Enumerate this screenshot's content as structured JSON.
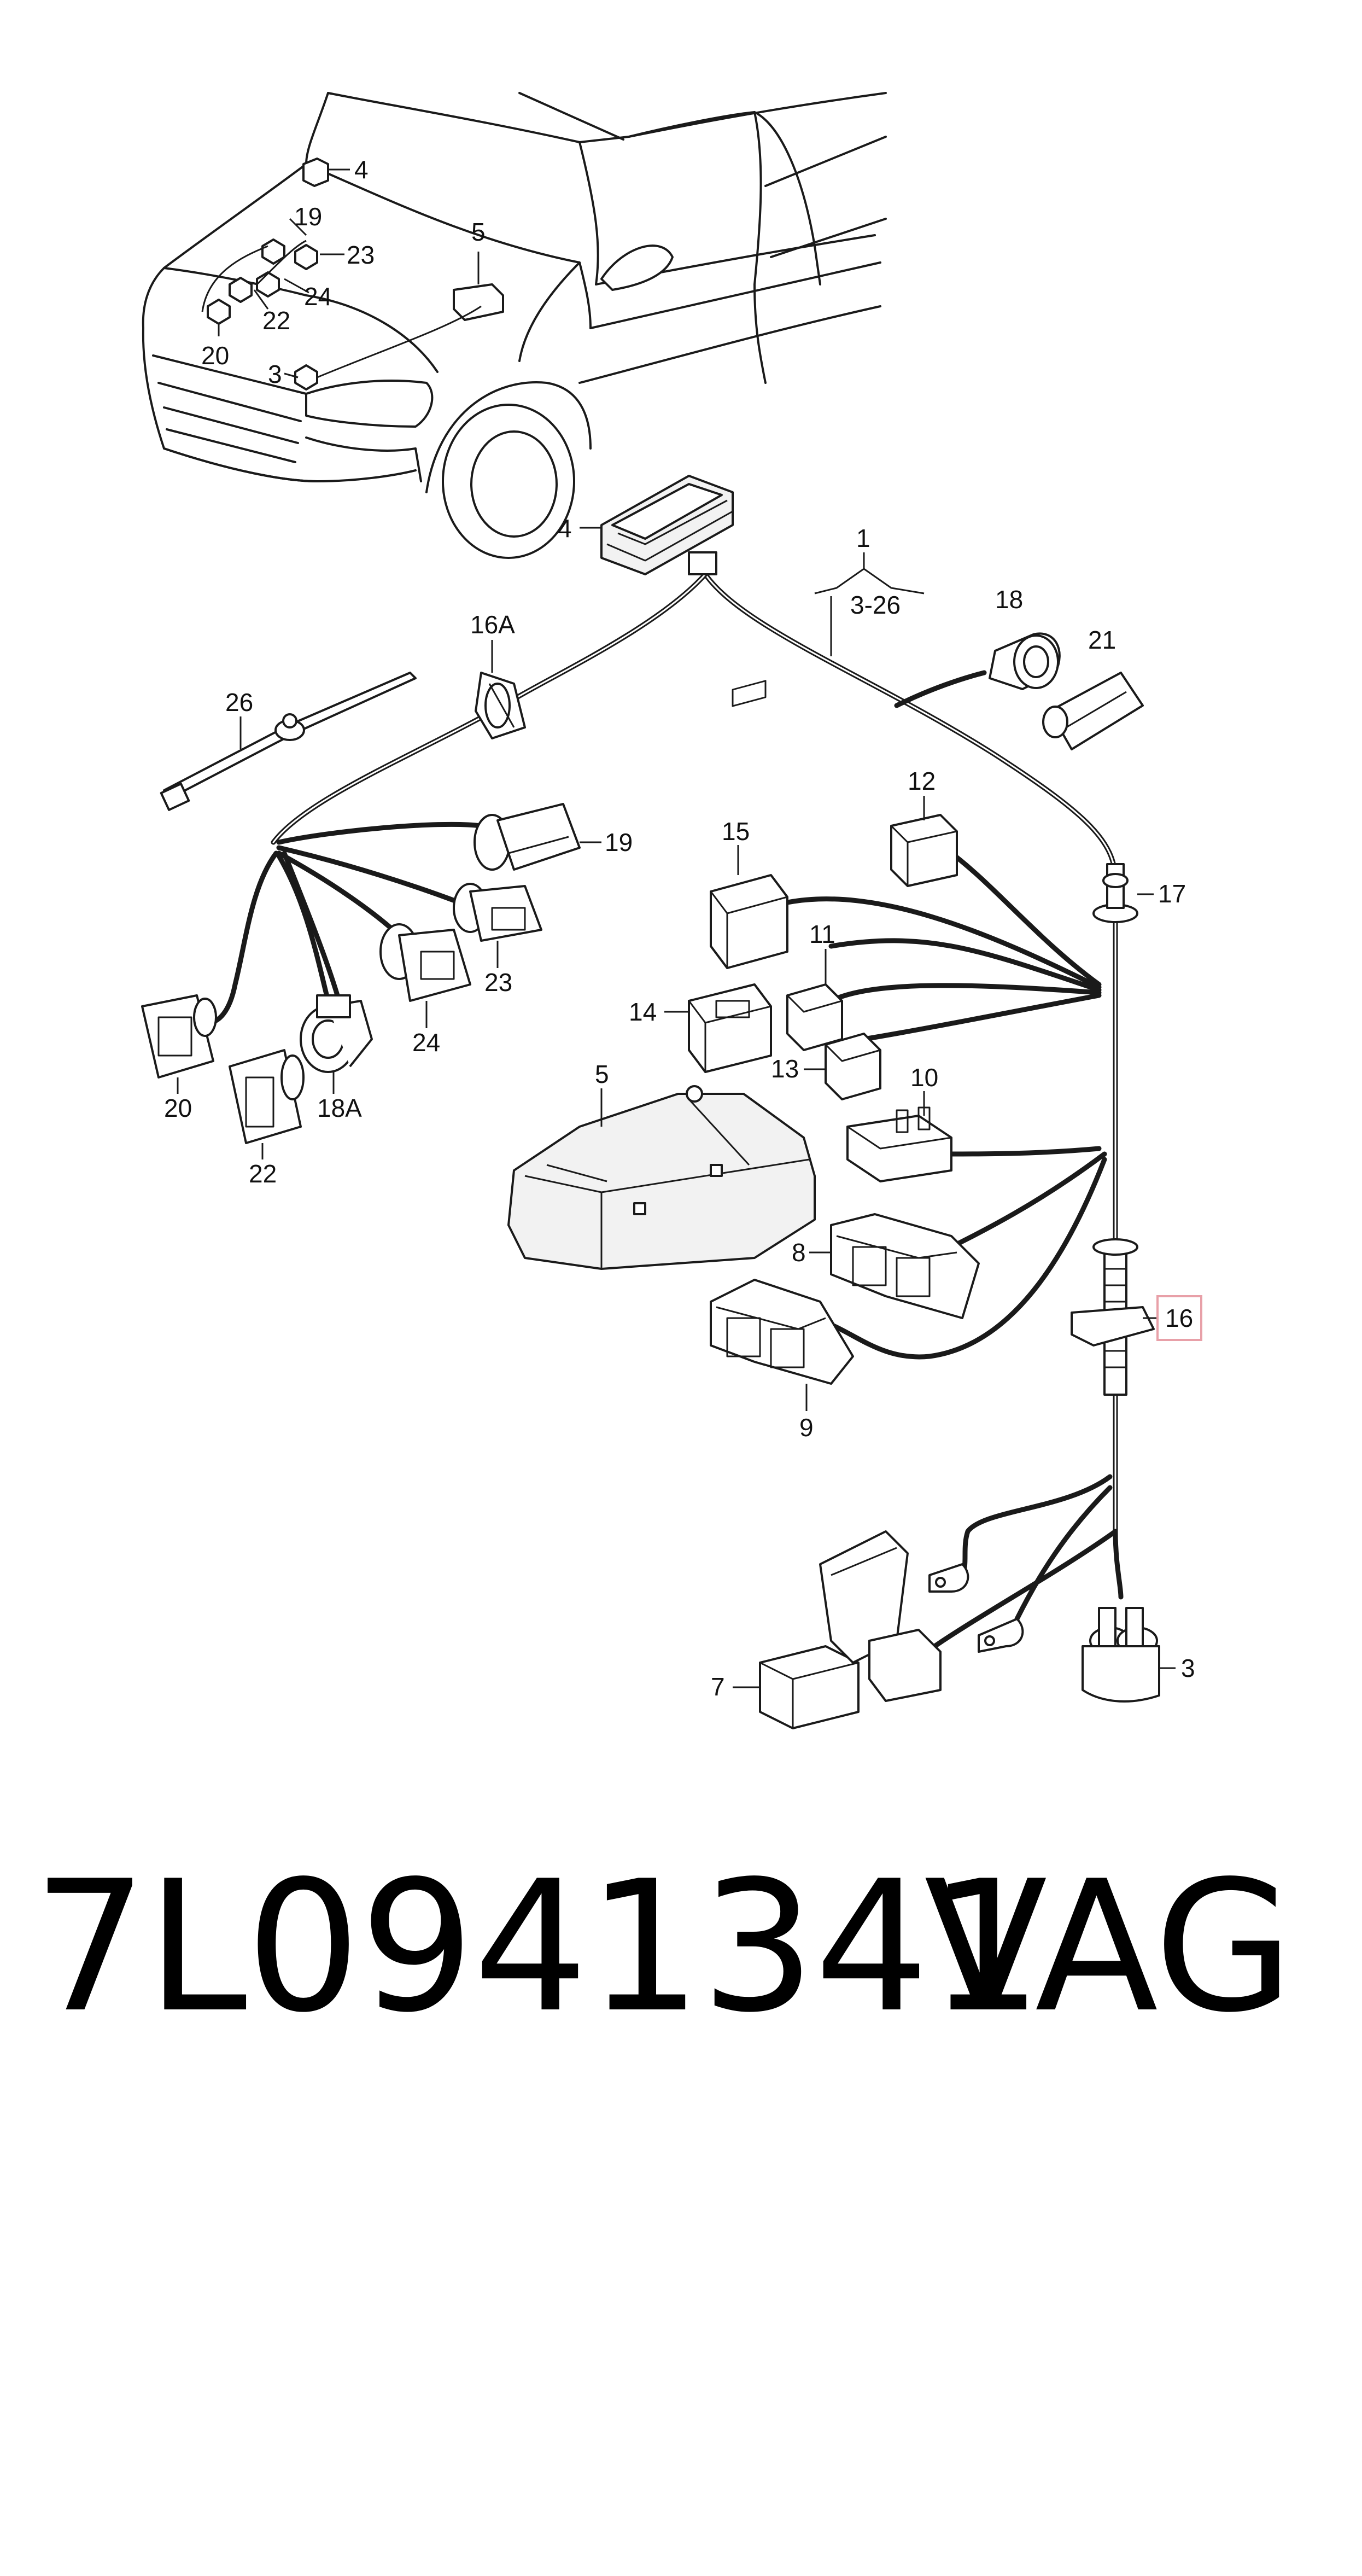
{
  "diagram": {
    "callouts": {
      "c4_top": "4",
      "c19_top": "19",
      "c23_top": "23",
      "c24_top": "24",
      "c22_top": "22",
      "c20_top": "20",
      "c3_top": "3",
      "c5_top": "5",
      "c4_mid": "4",
      "c1": "1",
      "c3_26": "3-26",
      "c18": "18",
      "c21": "21",
      "c16a": "16A",
      "c26": "26",
      "c19": "19",
      "c12": "12",
      "c15": "15",
      "c17": "17",
      "c11": "11",
      "c14": "14",
      "c13": "13",
      "c23": "23",
      "c24": "24",
      "c20": "20",
      "c22": "22",
      "c18a": "18A",
      "c5": "5",
      "c10": "10",
      "c8": "8",
      "c16": "16",
      "c9": "9",
      "c7": "7",
      "c3": "3"
    },
    "highlight_color": "#e8a0a8"
  },
  "footer": {
    "part_number": "7L0941341",
    "brand": "VAG"
  }
}
